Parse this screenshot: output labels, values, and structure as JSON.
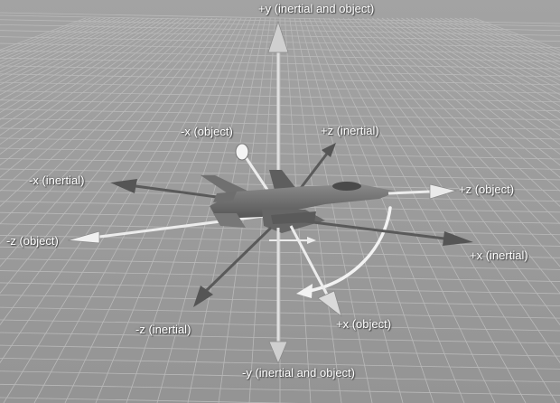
{
  "diagram": {
    "labels": {
      "y_pos": "+y (inertial and object)",
      "y_neg": "-y (inertial and object)",
      "x_inertial_pos": "+x (inertial)",
      "x_inertial_neg": "-x (inertial)",
      "z_inertial_pos": "+z (inertial)",
      "z_inertial_neg": "-z (inertial)",
      "x_object_pos": "+x (object)",
      "x_object_neg": "-x (object)",
      "z_object_pos": "+z (object)",
      "z_object_neg": "-z (object)"
    },
    "colors": {
      "background": "#9c9c9c",
      "grid": "#b9b9b9",
      "inertial_axis": "#5a5a5a",
      "object_axis": "#ececec",
      "y_axis": "#dedede",
      "aircraft": "#6a6a6a",
      "rotation_arc": "#f2f2f2",
      "label_text": "#ffffff"
    }
  }
}
